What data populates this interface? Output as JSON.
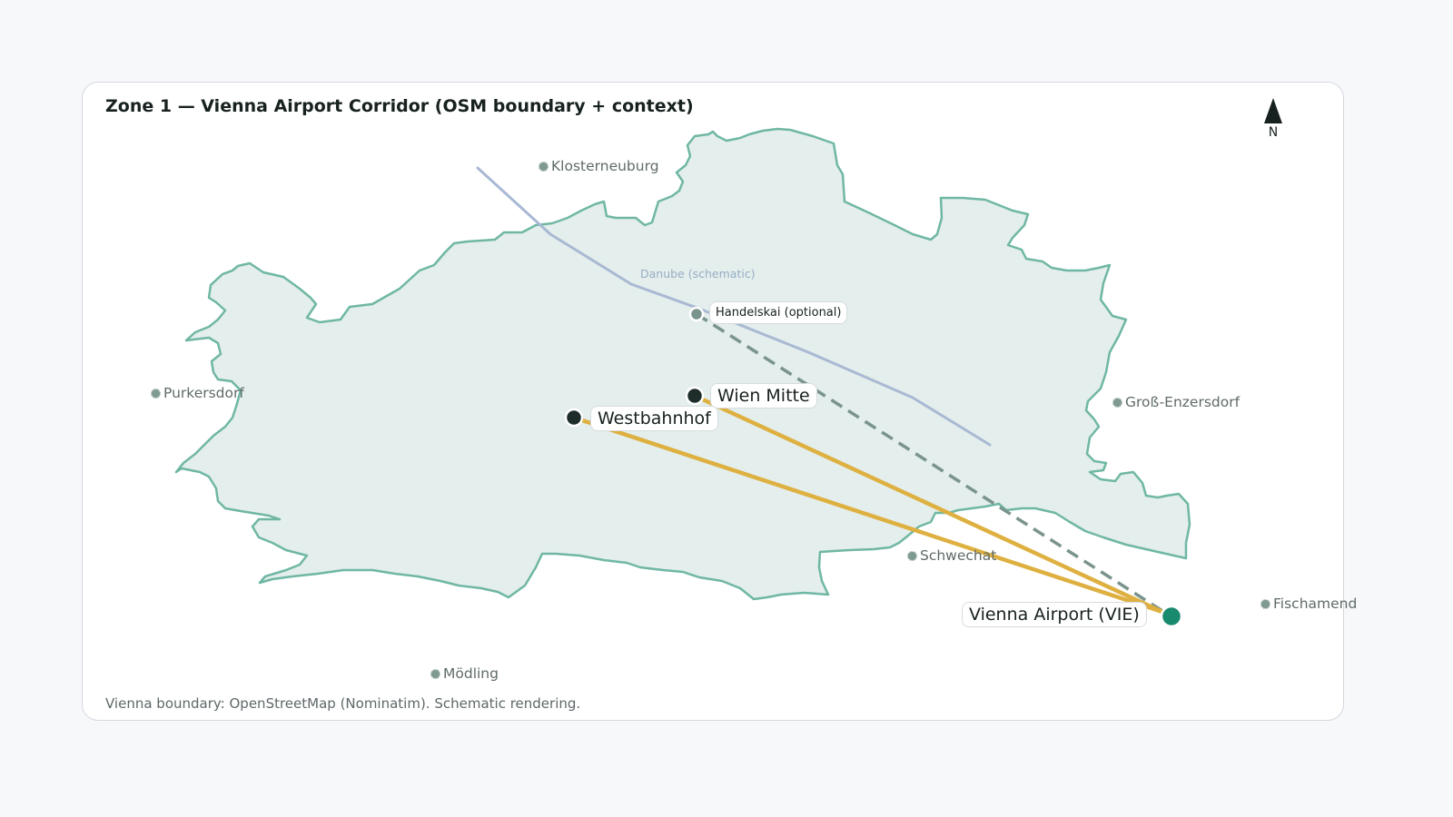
{
  "title": "Zone 1 — Vienna Airport Corridor (OSM boundary + context)",
  "footer": "Vienna boundary: OpenStreetMap (Nominatim). Schematic rendering.",
  "north_arrow": {
    "label": "N",
    "icon": "north-arrow-icon"
  },
  "colors": {
    "background": "#f7f8fa",
    "card": "#ffffff",
    "boundary_fill": "#e4eeec",
    "boundary_stroke": "#6fb7a3",
    "danube": "#a9b9d3",
    "corridor_route": "#deb040",
    "optional_route": "#7a948d",
    "station_dot": "#1f2d2a",
    "airport_dot": "#1a8a6e",
    "optional_dot": "#7a948d",
    "context_town": "#7f9a90"
  },
  "danube": {
    "label": "Danube (schematic)"
  },
  "stations": [
    {
      "name": "Westbahnhof",
      "type": "origin"
    },
    {
      "name": "Wien Mitte",
      "type": "origin"
    },
    {
      "name": "Handelskai (optional)",
      "type": "optional"
    },
    {
      "name": "Vienna Airport (VIE)",
      "type": "destination"
    }
  ],
  "context_towns": [
    {
      "name": "Klosterneuburg"
    },
    {
      "name": "Purkersdorf"
    },
    {
      "name": "Groß-Enzersdorf"
    },
    {
      "name": "Schwechat"
    },
    {
      "name": "Fischamend"
    },
    {
      "name": "Mödling"
    }
  ],
  "routes": [
    {
      "from": "Westbahnhof",
      "to": "Vienna Airport (VIE)",
      "style": "solid"
    },
    {
      "from": "Wien Mitte",
      "to": "Vienna Airport (VIE)",
      "style": "solid"
    },
    {
      "from": "Handelskai (optional)",
      "to": "Vienna Airport (VIE)",
      "style": "dashed"
    }
  ]
}
